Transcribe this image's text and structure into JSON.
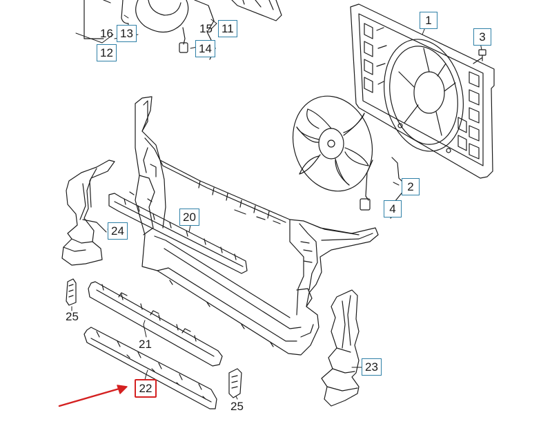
{
  "callouts": {
    "c1": "1",
    "c2": "2",
    "c3": "3",
    "c4": "4",
    "c11": "11",
    "c12": "12",
    "c13": "13",
    "c14": "14",
    "c15": "15",
    "c16": "16",
    "c20": "20",
    "c21": "21",
    "c22": "22",
    "c23": "23",
    "c24": "24",
    "c25a": "25",
    "c25b": "25"
  },
  "colors": {
    "line": "#1a1a1a",
    "callout_border": "#2d7fa6",
    "highlight": "#d42020"
  }
}
